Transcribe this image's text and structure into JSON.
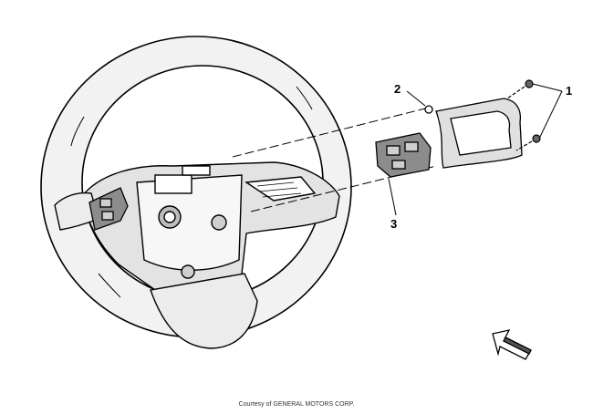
{
  "diagram": {
    "callouts": [
      {
        "id": "1",
        "label": "1"
      },
      {
        "id": "2",
        "label": "2"
      },
      {
        "id": "3",
        "label": "3"
      }
    ],
    "credit": "Courtesy of GENERAL MOTORS CORP."
  },
  "colors": {
    "line": "#000000",
    "shade": "#d9d9d9",
    "background": "#ffffff"
  }
}
